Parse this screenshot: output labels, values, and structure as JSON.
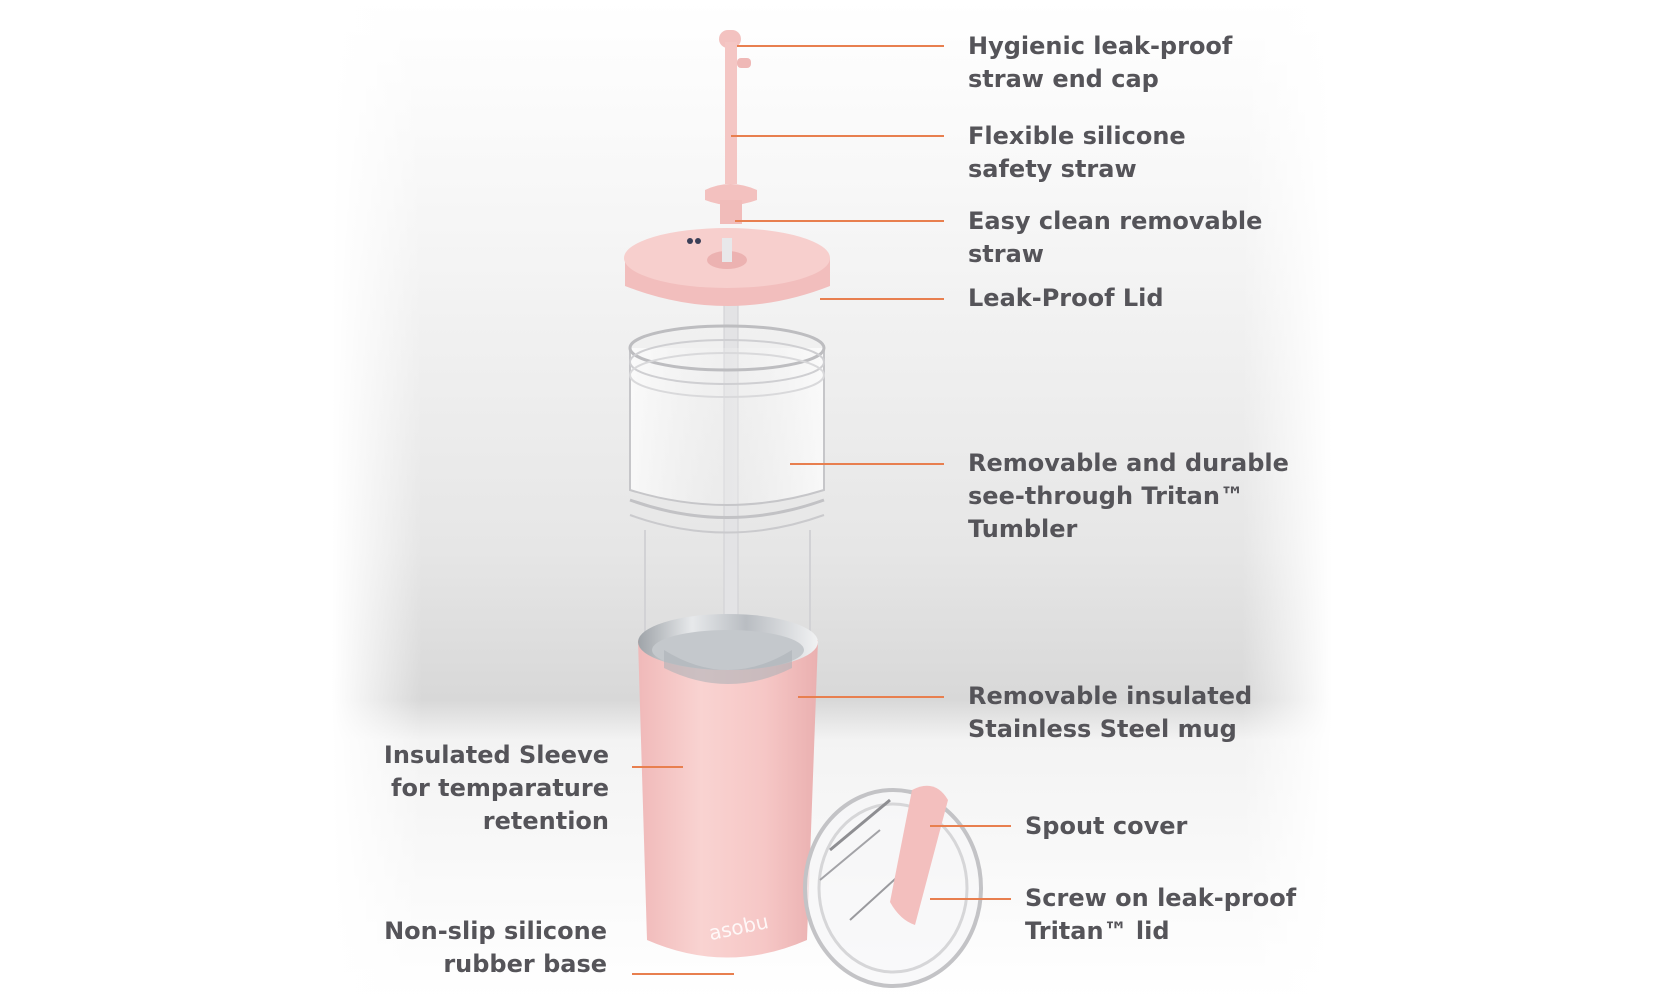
{
  "colors": {
    "leader_line": "#e87f4f",
    "label_text": "#555459",
    "pink": "#f4c4c4",
    "steel": "#c9ccd0"
  },
  "brand": {
    "logo_text": "asobu"
  },
  "callouts": {
    "straw_cap": {
      "line1": "Hygienic leak-proof",
      "line2": "straw end cap"
    },
    "straw": {
      "line1": "Flexible silicone",
      "line2": "safety straw"
    },
    "removable": {
      "line1": "Easy clean removable",
      "line2": "straw"
    },
    "lid": {
      "line1": "Leak-Proof Lid"
    },
    "tumbler": {
      "line1": "Removable and durable",
      "line2": "see-through Tritan™",
      "line3": "Tumbler"
    },
    "mug": {
      "line1": "Removable insulated",
      "line2": "Stainless Steel mug"
    },
    "spout": {
      "line1": "Spout cover"
    },
    "screw_lid": {
      "line1": "Screw on leak-proof",
      "line2": "Tritan™ lid"
    },
    "sleeve": {
      "line1": "Insulated Sleeve",
      "line2": "for temparature",
      "line3": "retention"
    },
    "base": {
      "line1": "Non-slip silicone",
      "line2": "rubber base"
    }
  }
}
